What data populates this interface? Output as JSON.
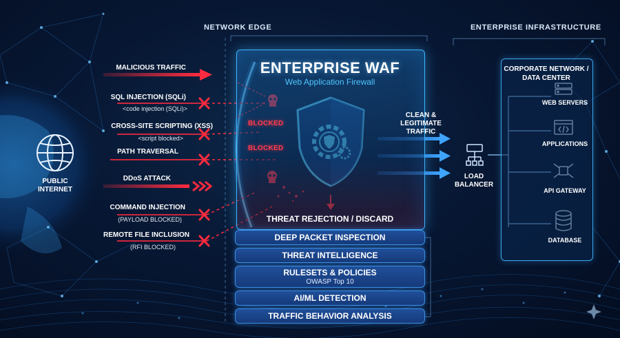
{
  "sections": {
    "network_edge": "NETWORK EDGE",
    "enterprise_infrastructure": "ENTERPRISE INFRASTRUCTURE"
  },
  "public_internet": {
    "line1": "PUBLIC",
    "line2": "INTERNET"
  },
  "threats": [
    {
      "label": "MALICIOUS TRAFFIC",
      "sub": ""
    },
    {
      "label": "SQL INJECTION (SQLi)",
      "sub": "<code injection (SQLi)>"
    },
    {
      "label": "CROSS-SITE SCRIPTING (XSS)",
      "sub": "<script blocked>"
    },
    {
      "label": "PATH TRAVERSAL",
      "sub": ""
    },
    {
      "label": "DDoS ATTACK",
      "sub": ""
    },
    {
      "label": "COMMAND INJECTION",
      "sub": "(PAYLOAD BLOCKED)"
    },
    {
      "label": "REMOTE FILE INCLUSION",
      "sub": "(RFI BLOCKED)"
    }
  ],
  "blocked_labels": [
    "BLOCKED",
    "BLOCKED"
  ],
  "waf": {
    "title": "ENTERPRISE WAF",
    "subtitle": "Web Application Firewall",
    "rejection": "THREAT REJECTION / DISCARD"
  },
  "layers": [
    {
      "label": "DEEP PACKET INSPECTION",
      "sub": ""
    },
    {
      "label": "THREAT INTELLIGENCE",
      "sub": ""
    },
    {
      "label": "RULESETS & POLICIES",
      "sub": "OWASP Top 10"
    },
    {
      "label": "AI/ML DETECTION",
      "sub": ""
    },
    {
      "label": "TRAFFIC BEHAVIOR ANALYSIS",
      "sub": ""
    }
  ],
  "clean_traffic": {
    "line1": "CLEAN &",
    "line2": "LEGITIMATE",
    "line3": "TRAFFIC"
  },
  "load_balancer": {
    "line1": "LOAD",
    "line2": "BALANCER"
  },
  "infrastructure": {
    "title_line1": "CORPORATE NETWORK /",
    "title_line2": "DATA CENTER",
    "items": [
      {
        "label": "WEB SERVERS",
        "icon": "server-icon"
      },
      {
        "label": "APPLICATIONS",
        "icon": "code-window-icon"
      },
      {
        "label": "API GATEWAY",
        "icon": "api-gateway-icon"
      },
      {
        "label": "DATABASE",
        "icon": "database-icon"
      }
    ]
  },
  "colors": {
    "accent": "#3db7ff",
    "threat": "#ff2b3e",
    "clean": "#2f8cff",
    "background": "#071733"
  }
}
